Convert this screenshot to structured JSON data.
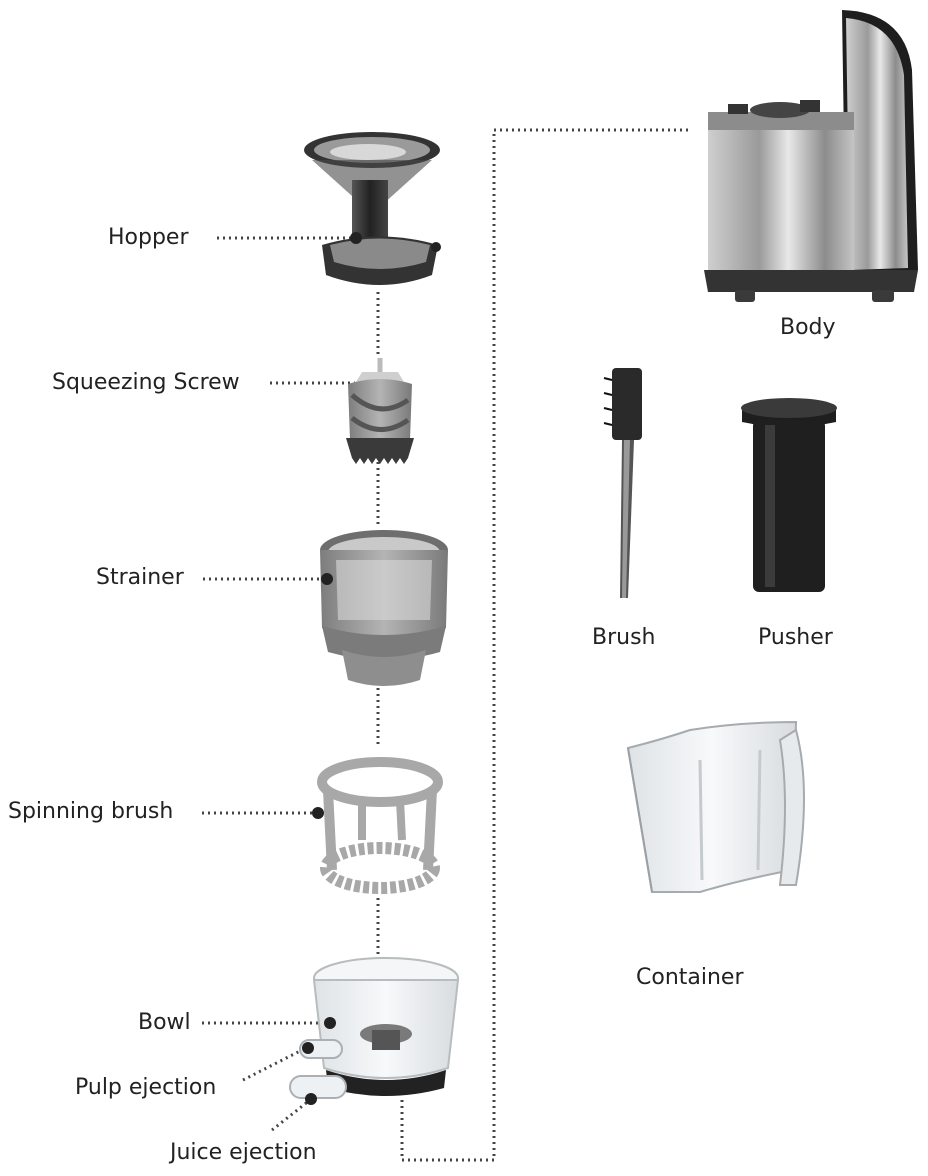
{
  "parts": {
    "hopper": "Hopper",
    "squeezing_screw": "Squeezing Screw",
    "strainer": "Strainer",
    "spinning_brush": "Spinning brush",
    "bowl": "Bowl",
    "pulp_ejection": "Pulp ejection",
    "juice_ejection": "Juice ejection",
    "body": "Body",
    "brush": "Brush",
    "pusher": "Pusher",
    "container": "Container"
  },
  "colors": {
    "leader_line": "#444444",
    "steel": "#b8b8b8",
    "dark": "#2a2a2a",
    "clear_plastic": "#eef1f3"
  }
}
